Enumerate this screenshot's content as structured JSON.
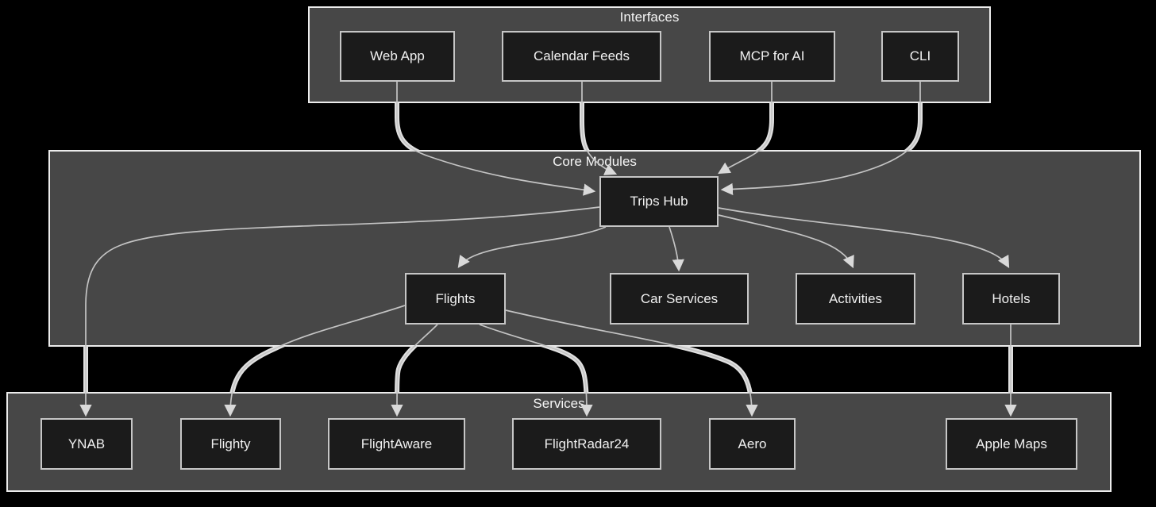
{
  "groups": [
    {
      "id": "interfaces",
      "title": "Interfaces",
      "nodes": [
        {
          "label": "Web App"
        },
        {
          "label": "Calendar Feeds"
        },
        {
          "label": "MCP for AI"
        },
        {
          "label": "CLI"
        }
      ]
    },
    {
      "id": "core-modules",
      "title": "Core Modules",
      "nodes": [
        {
          "label": "Trips Hub"
        },
        {
          "label": "Flights"
        },
        {
          "label": "Car Services"
        },
        {
          "label": "Activities"
        },
        {
          "label": "Hotels"
        }
      ]
    },
    {
      "id": "services",
      "title": "Services",
      "nodes": [
        {
          "label": "YNAB"
        },
        {
          "label": "Flighty"
        },
        {
          "label": "FlightAware"
        },
        {
          "label": "FlightRadar24"
        },
        {
          "label": "Aero"
        },
        {
          "label": "Apple Maps"
        }
      ]
    }
  ],
  "edges": [
    {
      "from": "Web App",
      "to": "Trips Hub"
    },
    {
      "from": "Calendar Feeds",
      "to": "Trips Hub"
    },
    {
      "from": "MCP for AI",
      "to": "Trips Hub"
    },
    {
      "from": "CLI",
      "to": "Trips Hub"
    },
    {
      "from": "Trips Hub",
      "to": "Flights"
    },
    {
      "from": "Trips Hub",
      "to": "Car Services"
    },
    {
      "from": "Trips Hub",
      "to": "Activities"
    },
    {
      "from": "Trips Hub",
      "to": "Hotels"
    },
    {
      "from": "Trips Hub",
      "to": "YNAB"
    },
    {
      "from": "Flights",
      "to": "Flighty"
    },
    {
      "from": "Flights",
      "to": "FlightAware"
    },
    {
      "from": "Flights",
      "to": "FlightRadar24"
    },
    {
      "from": "Flights",
      "to": "Aero"
    },
    {
      "from": "Hotels",
      "to": "Apple Maps"
    }
  ],
  "colors": {
    "background": "#000000",
    "container_fill": "#474747",
    "container_border": "#ececec",
    "node_fill": "#1b1b1b",
    "node_border": "#c6c6c6",
    "edge": "#c4c4c4",
    "edge_gap_casing": "#e0e0e0",
    "arrowhead": "#d9d9d9",
    "text": "#f0f0f0"
  }
}
